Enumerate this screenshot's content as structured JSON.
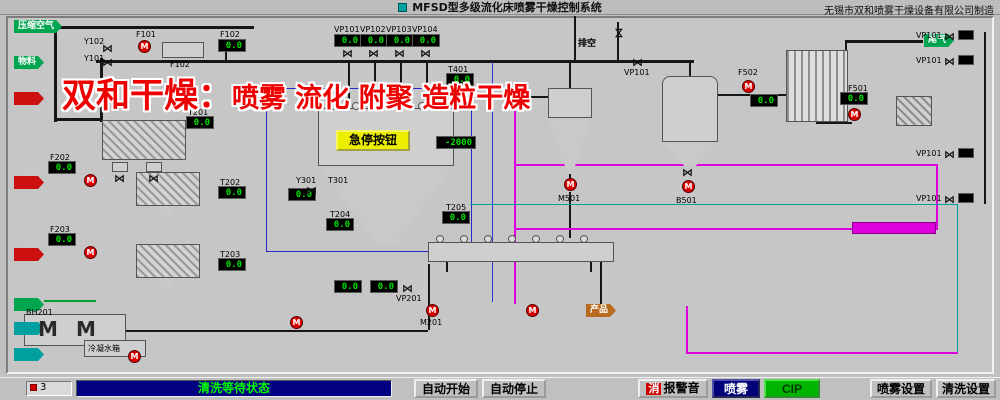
{
  "title_bar": {
    "title": "MFSD型多级流化床喷雾干燥控制系统",
    "company": "无锡市双和喷雾干燥设备有限公司制造"
  },
  "watermark": {
    "part1": "双和干燥：",
    "part2": "喷雾 流化 附聚 造粒干燥"
  },
  "symbols": {
    "pump": "M",
    "motor": "M",
    "valve": "⋈"
  },
  "flow_labels": {
    "compressed_air": "压缩空气",
    "material": "物料",
    "vent": "排空",
    "tail_gas": "尾气",
    "product": "产品",
    "condensate_tank": "冷凝水箱"
  },
  "emergency_stop": "急停按钮",
  "tags": {
    "f101": "F101",
    "f102": "F102",
    "y101": "Y101",
    "y102": "Y102",
    "vp101": "VP101",
    "vp102": "VP102",
    "vp103": "VP103",
    "vp104": "VP104",
    "t201": "T201",
    "t202": "T202",
    "t203": "T203",
    "t204": "T204",
    "t205": "T205",
    "t301": "T301",
    "y301": "Y301",
    "t401": "T401",
    "f202": "F202",
    "f203": "F203",
    "f501": "F501",
    "f502": "F502",
    "m501": "M501",
    "b501": "B501",
    "vp201": "VP201",
    "m201": "M201",
    "bh201": "BH201"
  },
  "displays": {
    "f102": "0.0",
    "vp101": "0.0",
    "vp102": "0.0",
    "vp103": "0.0",
    "vp104": "0.0",
    "t401": "0.0",
    "t201": "0.0",
    "t202": "0.0",
    "t203": "0.0",
    "t204": "0.0",
    "t205": "0.0",
    "y301": "0.0",
    "f202": "0.0",
    "f203": "0.0",
    "f501": "0.0",
    "f502": "0.0",
    "dryer": "-2000",
    "bed1": "0.0",
    "bed2": "0.0"
  },
  "status_bar": {
    "counter": "3",
    "status": "清洗等待状态"
  },
  "buttons": {
    "auto_start": "自动开始",
    "auto_stop": "自动停止",
    "mute_prefix": "消",
    "mute_label": "报警音",
    "spray": "喷雾",
    "cip": "CIP",
    "spray_settings": "喷雾设置",
    "clean_settings": "清洗设置"
  }
}
